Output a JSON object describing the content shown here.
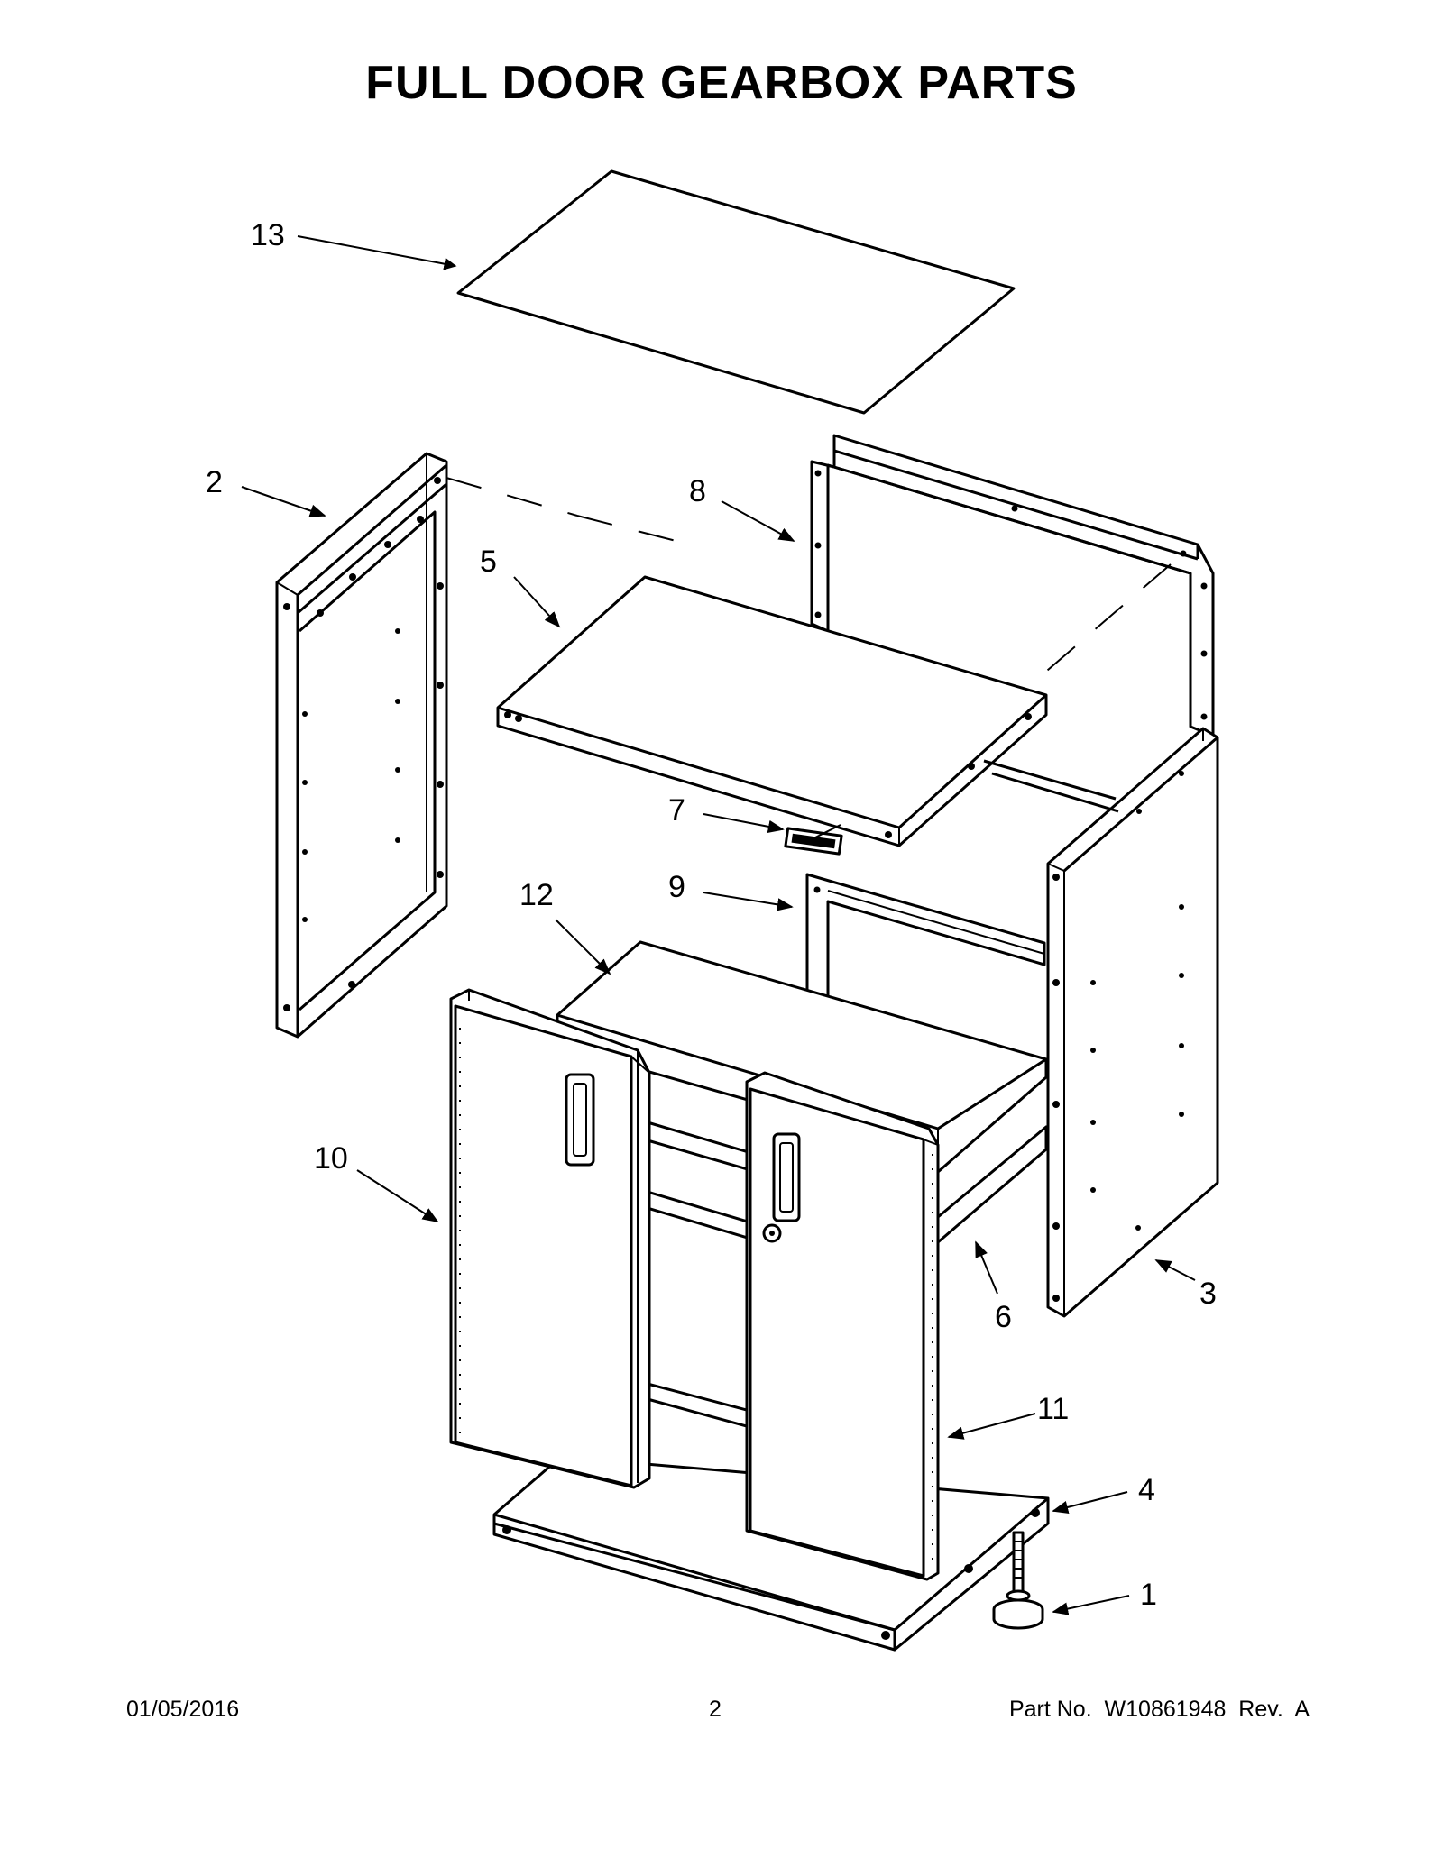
{
  "title": "FULL DOOR GEARBOX PARTS",
  "callouts": {
    "c1": "1",
    "c2": "2",
    "c3": "3",
    "c4": "4",
    "c5": "5",
    "c6": "6",
    "c7": "7",
    "c8": "8",
    "c9": "9",
    "c10": "10",
    "c11": "11",
    "c12": "12",
    "c13": "13"
  },
  "footer": {
    "date": "01/05/2016",
    "page": "2",
    "part_number": "Part No.  W10861948  Rev.  A"
  }
}
